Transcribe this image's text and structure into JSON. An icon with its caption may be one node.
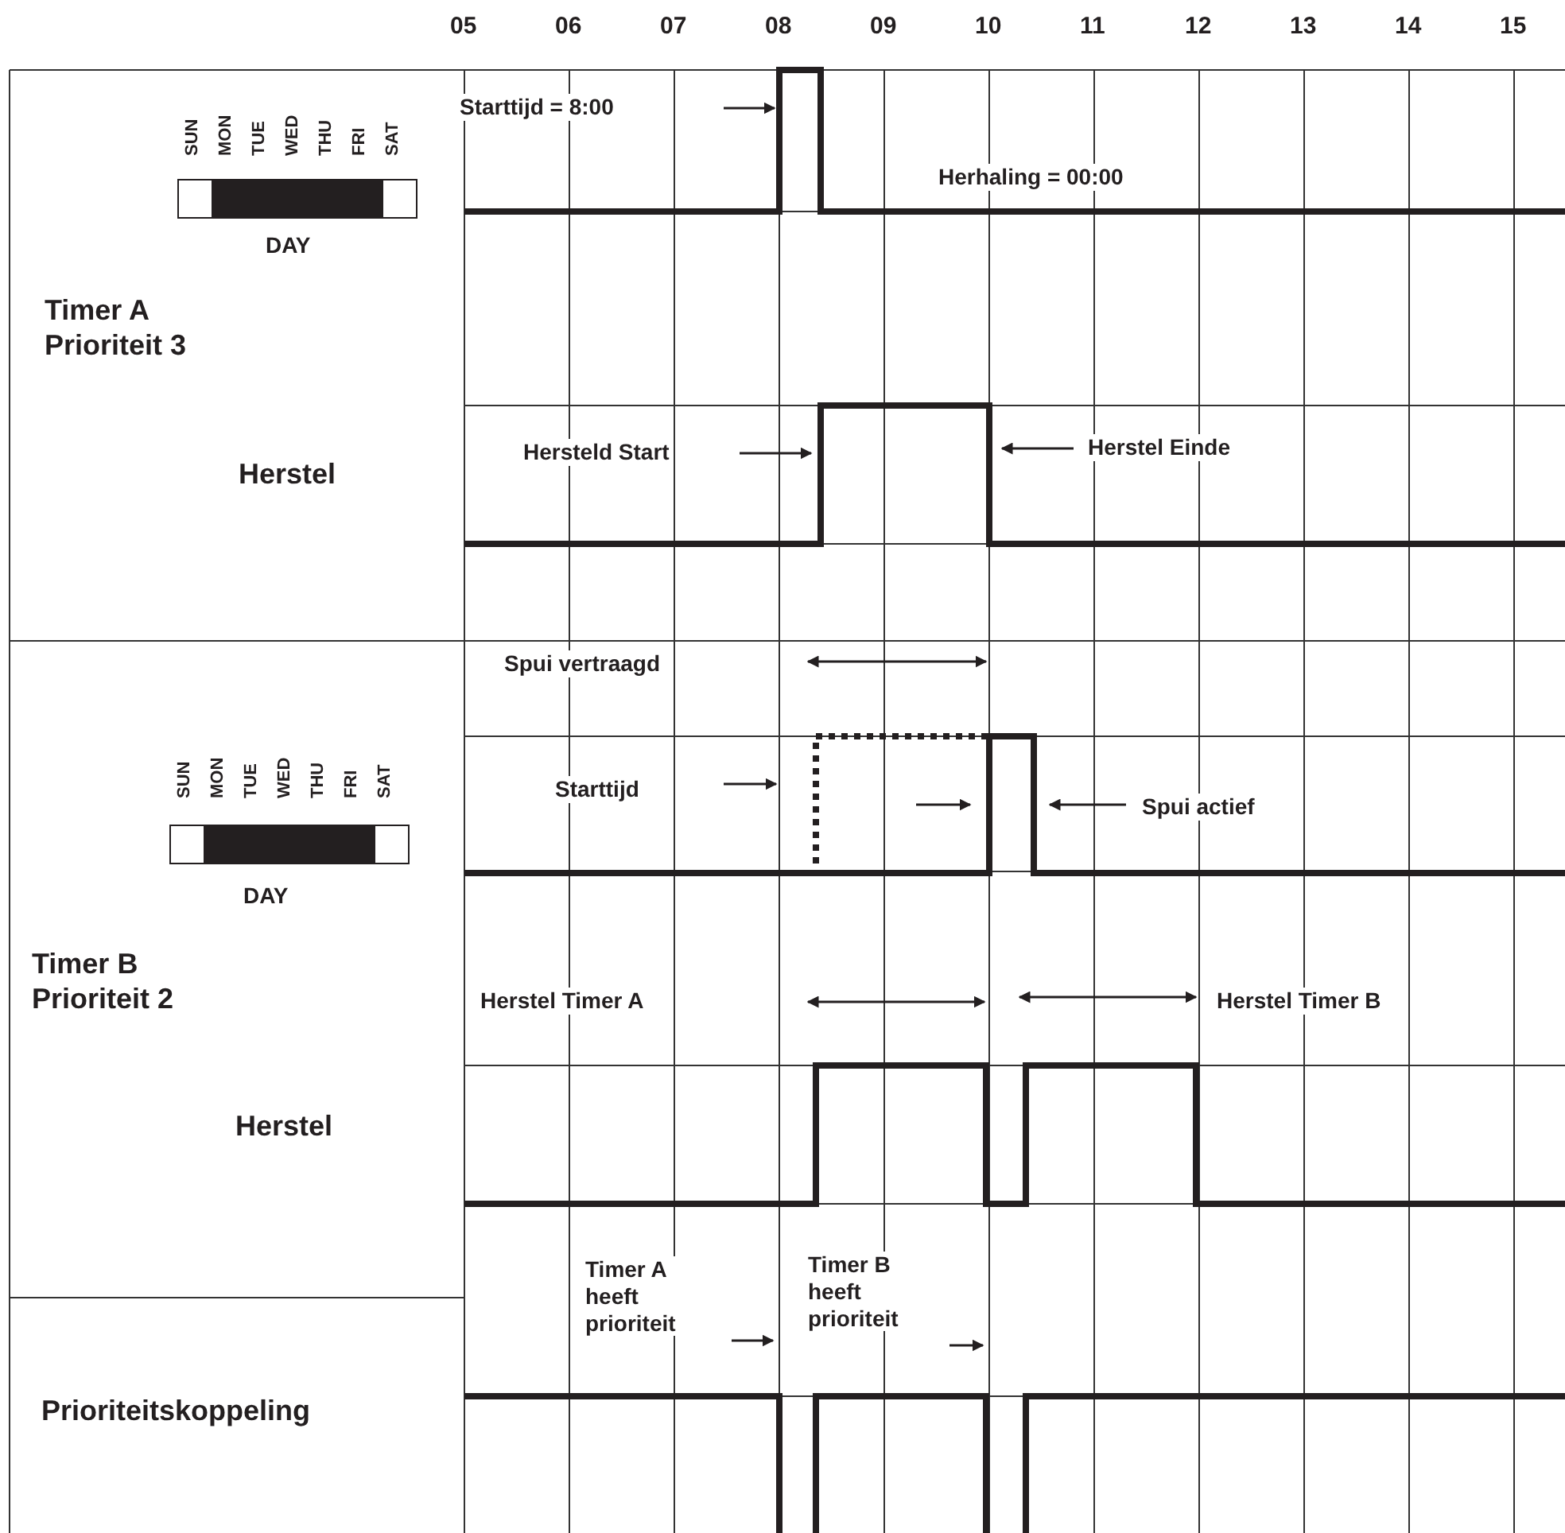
{
  "diagram": {
    "labels": [
      "05",
      "06",
      "07",
      "08",
      "09",
      "10",
      "11",
      "12",
      "13",
      "14",
      "15",
      "SUN",
      "MON",
      "TUE",
      "WED",
      "THU",
      "FRI",
      "SAT",
      "Starttijd = 8:00",
      "DAY",
      "Herhaling = 00:00",
      "Timer A Prioriteit 3",
      "Hersteld Start",
      "Herstel Einde",
      "Herstel",
      "Spui vertraagd",
      "SUN",
      "MON",
      "TUE",
      "WED",
      "THU",
      "FRI",
      "SAT",
      "Starttijd",
      "Spui actief",
      "DAY",
      "Timer B Prioriteit 2",
      "Herstel Timer A",
      "Herstel Timer B",
      "Herstel",
      "Timer A heeft prioriteit",
      "Timer B heeft prioriteit",
      "Prioriteitskoppeling"
    ]
  }
}
